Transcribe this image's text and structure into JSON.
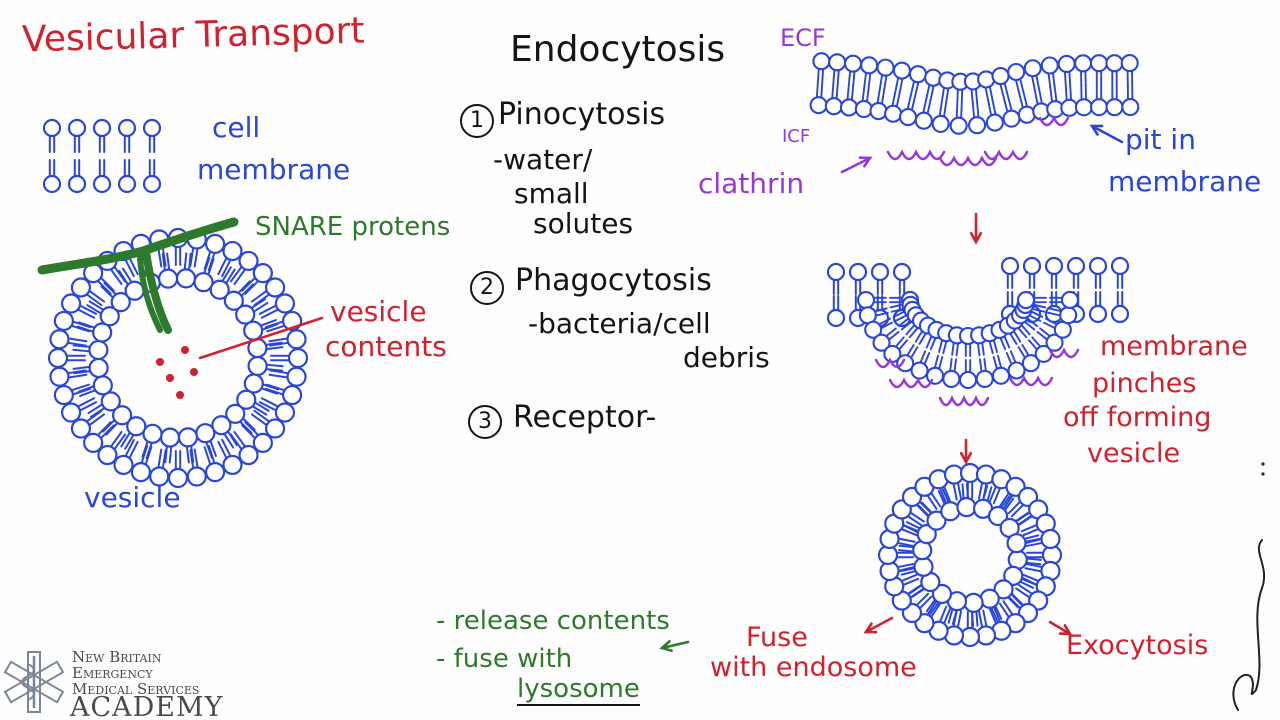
{
  "colors": {
    "blue": "#2a46d8",
    "red": "#d0212d",
    "green": "#2e7a2c",
    "purple": "#9a36d6",
    "black": "#141414"
  },
  "title": "Vesicular Transport",
  "left": {
    "cell_membrane_label": [
      "cell",
      "membrane"
    ],
    "snare_label": "SNARE protens",
    "vesicle_contents_label": [
      "vesicle",
      "contents"
    ],
    "vesicle_label": "vesicle"
  },
  "middle": {
    "heading": "Endocytosis",
    "items": [
      {
        "num": "1",
        "title": "Pinocytosis",
        "details": [
          "-water/",
          "small",
          "solutes"
        ]
      },
      {
        "num": "2",
        "title": "Phagocytosis",
        "details": [
          "-bacteria/cell",
          "debris"
        ]
      },
      {
        "num": "3",
        "title": "Receptor-",
        "details": []
      }
    ]
  },
  "right": {
    "ecf": "ECF",
    "icf": "ICF",
    "clathrin": "clathrin",
    "pit_label": [
      "pit in",
      "membrane"
    ],
    "pinch_label": [
      "membrane",
      "pinches",
      "off forming",
      "vesicle"
    ],
    "fuse_label": [
      "Fuse",
      "with endosome"
    ],
    "exocytosis": "Exocytosis",
    "release_items": [
      "- release contents",
      "- fuse with",
      "lysosome"
    ]
  },
  "logo": {
    "lines": [
      "New Britain",
      "Emergency",
      "Medical Services"
    ],
    "academy": "ACADEMY",
    "icon": "star-of-life-icon"
  },
  "signature_icon": "signature-icon"
}
